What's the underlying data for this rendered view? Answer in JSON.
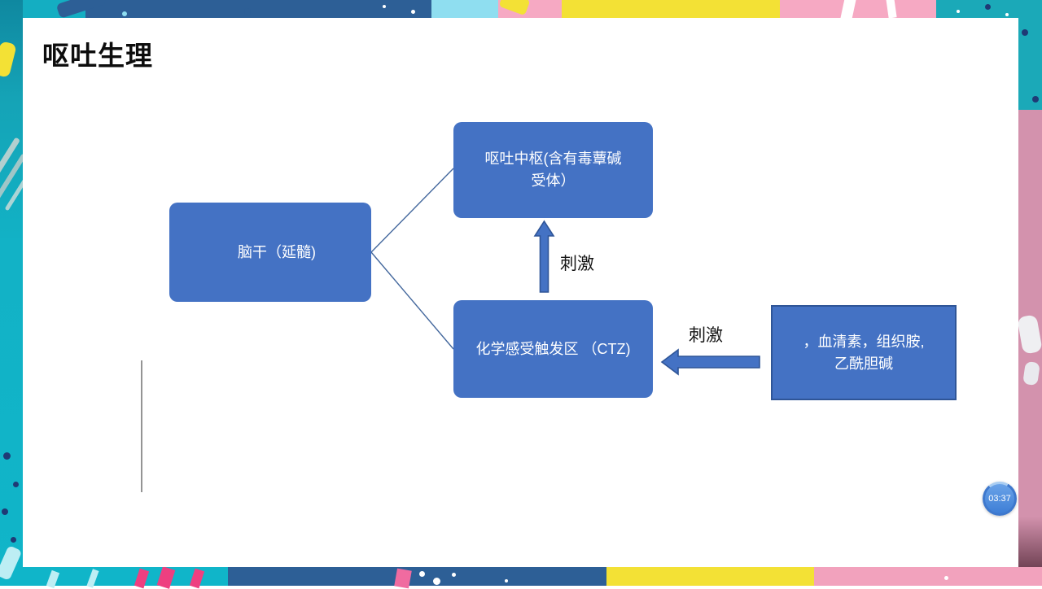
{
  "page": {
    "title": "呕吐生理",
    "timer_value": "03:37"
  },
  "diagram": {
    "nodes": [
      {
        "id": "brainstem",
        "label": "脑干（延髓)"
      },
      {
        "id": "vomiting-center",
        "label": "呕吐中枢(含有毒蕈碱\n受体）"
      },
      {
        "id": "ctz",
        "label": "化学感受触发区 （CTZ)"
      },
      {
        "id": "transmitters",
        "label": "，血清素，组织胺,\n乙酰胆碱"
      }
    ],
    "labels": {
      "stimulate_up": "刺激",
      "stimulate_left": "刺激"
    }
  },
  "colors": {
    "node_fill": "#4472C4",
    "node_border_dark": "#2F5597",
    "connector": "#44689d",
    "border_dark_blue": "#2d5f96",
    "border_teal": "#14aec2",
    "border_cyan_light": "#8fdef0",
    "border_pink": "#f6a9c3",
    "border_yellow": "#f3e135",
    "border_magenta": "#ee3f80",
    "border_mauve": "#d392ad",
    "border_maroon": "#6e4052",
    "timer_blue": "#3e7ed6"
  }
}
